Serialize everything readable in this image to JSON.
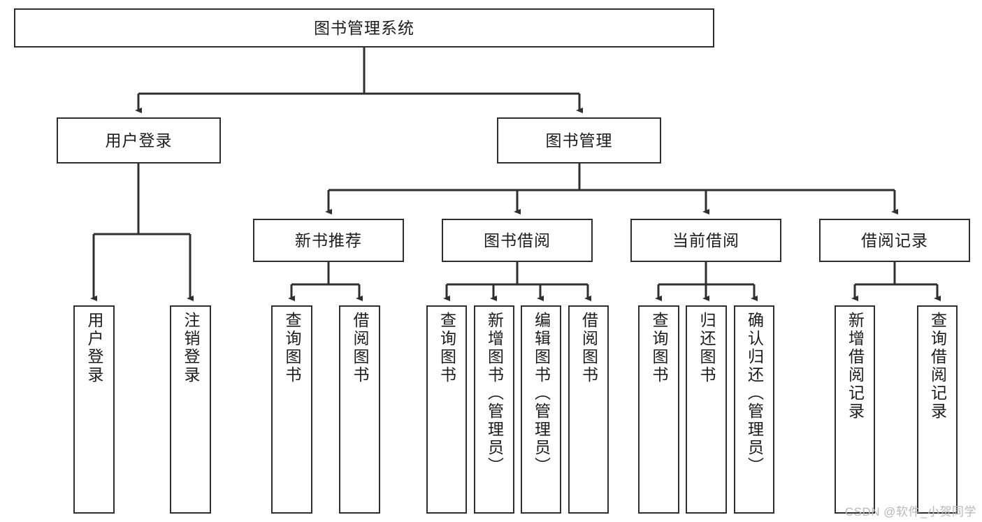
{
  "diagram": {
    "type": "hierarchy-tree",
    "title": "图书管理系统",
    "root": {
      "label": "图书管理系统"
    },
    "level2": [
      {
        "label": "用户登录"
      },
      {
        "label": "图书管理"
      }
    ],
    "level3": [
      {
        "label": "新书推荐"
      },
      {
        "label": "图书借阅"
      },
      {
        "label": "当前借阅"
      },
      {
        "label": "借阅记录"
      }
    ],
    "leaves": {
      "user_login": [
        {
          "label": "用户登录"
        },
        {
          "label": "注销登录"
        }
      ],
      "new_book_recommend": [
        {
          "label": "查询图书"
        },
        {
          "label": "借阅图书"
        }
      ],
      "book_borrow": [
        {
          "label": "查询图书"
        },
        {
          "label": "新增图书（管理员）"
        },
        {
          "label": "编辑图书（管理员）"
        },
        {
          "label": "借阅图书"
        }
      ],
      "current_borrow": [
        {
          "label": "查询图书"
        },
        {
          "label": "归还图书"
        },
        {
          "label": "确认归还（管理员）"
        }
      ],
      "borrow_record": [
        {
          "label": "新增借阅记录"
        },
        {
          "label": "查询借阅记录"
        }
      ]
    }
  },
  "watermark": {
    "text": "CSDN @软件_小贺同学"
  },
  "colors": {
    "border": "#2f2f2f",
    "background": "#ffffff",
    "text": "#1c1c1c",
    "watermark": "#b9b9b9"
  }
}
